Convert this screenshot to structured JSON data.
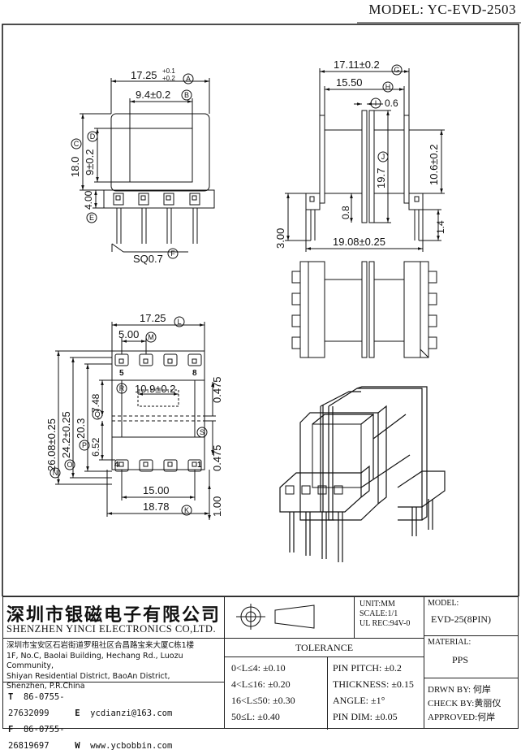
{
  "model": "MODEL: YC-EVD-2503",
  "dims": {
    "top_width": "17.25",
    "top_width_tol_hi": "+0.1",
    "top_width_tol_lo": "+0.2",
    "inner_width": "9.4±0.2",
    "height_total": "18.0",
    "height_inner": "9±0.2",
    "base_h": "4.00",
    "pin_sq": "SQ0.7",
    "side_total": "17.11±0.2",
    "side_inner": "15.50",
    "flange_t": "0.6",
    "side_h1": "10.6±0.2",
    "side_h2": "19.7",
    "slot": "0.8",
    "pin_len": "3.00",
    "pin_offset": "1.4",
    "side_base": "19.08±0.25",
    "bot_width": "17.25",
    "pitch": "5.00",
    "win_w": "10.9±0.2",
    "d_outer": "26.08±0.25",
    "d_inner": "24.2±0.25",
    "d_mid": "20.3",
    "d_upper": "7.48",
    "d_lower": "6.52",
    "gap_top": "0.475",
    "gap_bot": "0.475",
    "pin_span": "15.00",
    "base_w": "18.78",
    "pin_protrude": "1.00",
    "pin_labels": [
      "5",
      "8",
      "4",
      "1"
    ],
    "markers": [
      "A",
      "B",
      "C",
      "D",
      "E",
      "F",
      "G",
      "H",
      "I",
      "J",
      "L",
      "M",
      "R",
      "Q",
      "S",
      "P",
      "O",
      "N",
      "K"
    ]
  },
  "company": {
    "cn_name": "深圳市银磁电子有限公司",
    "en_name": "SHENZHEN YINCI ELECTRONICS CO,LTD.",
    "addr_cn": "深圳市宝安区石岩街道罗租社区合昌路宝来大厦C栋1楼",
    "addr_en1": "1F, No.C, Baolai Building, Hechang Rd., Luozu Community,",
    "addr_en2": "Shiyan Residential District, BaoAn District,",
    "addr_en3": "Shenzhen, P.R.China",
    "tel_label": "T",
    "tel": "86-0755-27632099",
    "fax_label": "F",
    "fax": "86-0755-26819697",
    "email_label": "E",
    "email": "ycdianzi@163.com",
    "web_label": "W",
    "web": "www.ycbobbin.com"
  },
  "titleblock": {
    "unit": "UNIT:MM",
    "scale": "SCALE:1/1",
    "ul": "UL REC:94V-0",
    "model_label": "MODEL:",
    "model_value": "EVD-25(8PIN)",
    "material_label": "MATERIAL:",
    "material_value": "PPS",
    "tolerance_title": "TOLERANCE",
    "tol": [
      "0<L≤4: ±0.10",
      "4<L≤16: ±0.20",
      "16<L≤50: ±0.30",
      "50≤L: ±0.40"
    ],
    "pin": [
      "PIN PITCH: ±0.2",
      "THICKNESS: ±0.15",
      "ANGLE: ±1°",
      "PIN DIM: ±0.05"
    ],
    "drawn": "DRWN BY: 何岸",
    "check": "CHECK BY:黄丽仪",
    "approved": "APPROVED:何岸"
  }
}
